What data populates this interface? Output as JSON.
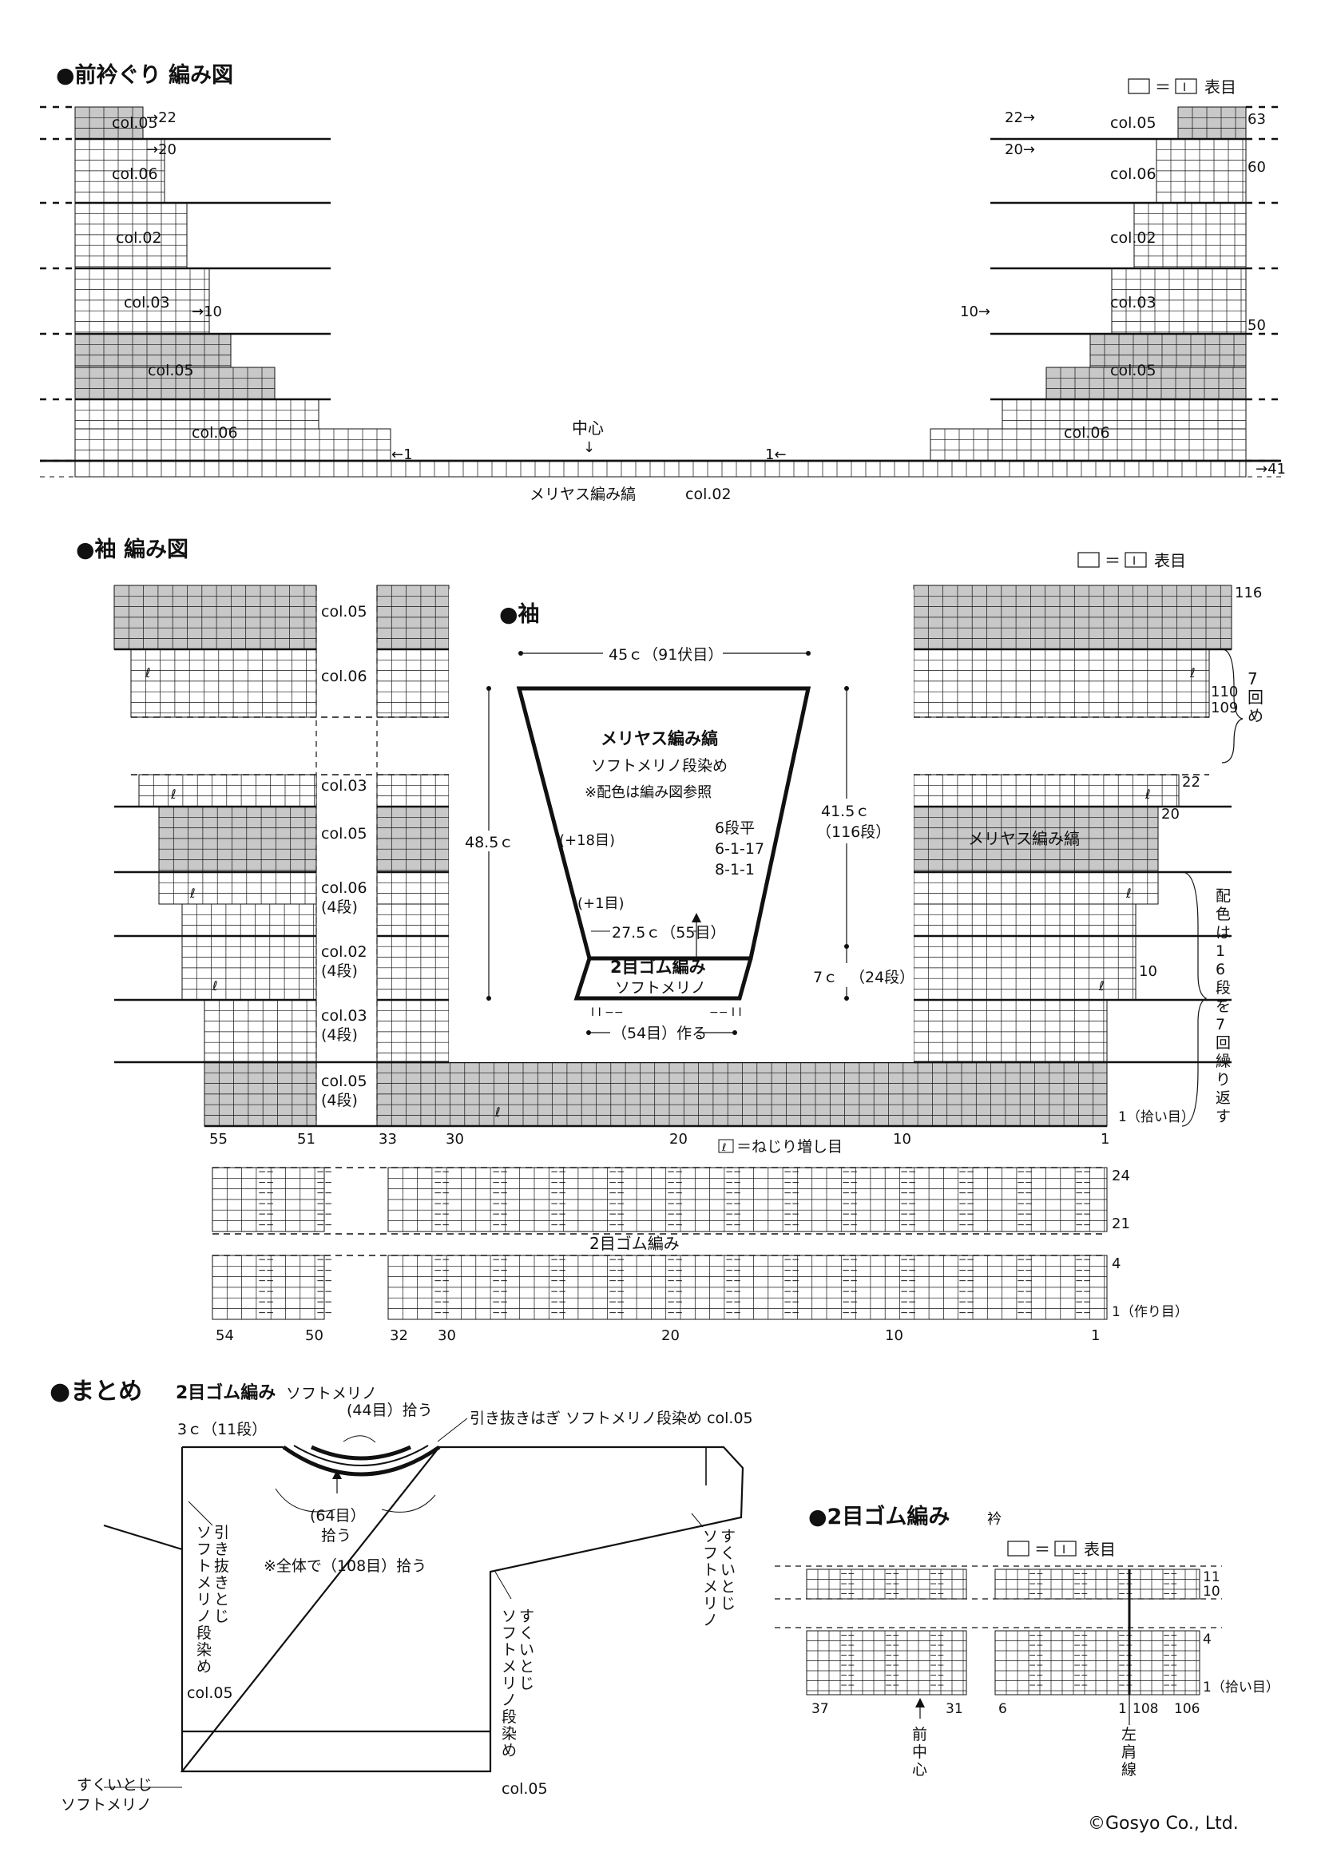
{
  "sections": {
    "collar_chart": "●前衿ぐり 編み図",
    "sleeve_chart": "●袖 編み図",
    "finishing": "●まとめ",
    "collar_rib": "●2目ゴム編み",
    "collar_rib_sub": "衿"
  },
  "legend": {
    "eq": "＝",
    "knit_symbol": "I",
    "label": "表目"
  },
  "collar": {
    "left_bands": [
      "col.05",
      "col.06",
      "col.02",
      "col.03",
      "col.05",
      "col.06"
    ],
    "right_bands": [
      "col.05",
      "col.06",
      "col.02",
      "col.03",
      "col.05",
      "col.06"
    ],
    "left_marks": [
      "→22",
      "→20",
      "→10",
      "←1"
    ],
    "right_marks": [
      "22→",
      "20→",
      "10→",
      "1←"
    ],
    "row_numbers": [
      "63",
      "60",
      "50",
      "41"
    ],
    "center": "中心",
    "center_arrow": "↓",
    "bottom_label": "メリヤス編み縞",
    "bottom_color": "col.02"
  },
  "sleeve": {
    "center_bands": [
      "col.05",
      "col.06",
      "col.03",
      "col.05",
      "col.06\n(4段)",
      "col.02\n(4段)",
      "col.03\n(4段)",
      "col.05\n(4段)"
    ],
    "row_numbers": [
      "116",
      "110",
      "109",
      "22",
      "20",
      "10",
      "1（拾い目）"
    ],
    "repeat_7": "7回め",
    "repeat_16": "配色は16段を7回繰り返す",
    "stripe_label": "メリヤス編み縞",
    "col_numbers_top": [
      "55",
      "51",
      "33",
      "30",
      "20",
      "10",
      "1"
    ],
    "twist_legend": "＝ねじり増し目",
    "rib_label": "2目ゴム編み",
    "rib_rows": [
      "24",
      "21",
      "4",
      "1（作り目）"
    ],
    "col_numbers_bottom": [
      "54",
      "50",
      "32",
      "30",
      "20",
      "10",
      "1"
    ]
  },
  "sleeve_inset": {
    "title": "●袖",
    "top_width": "45ｃ（91伏目）",
    "height_total": "48.5ｃ",
    "body_label": "メリヤス編み縞",
    "yarn": "ソフトメリノ段染め",
    "note": "※配色は編み図参照",
    "increase_18": "(+18目)",
    "rows_flat": "6段平",
    "rule1": "6-1-17",
    "rule2": "8-1-1",
    "height_body": "41.5ｃ",
    "rows_body": "（116段）",
    "increase_1": "(+1目)",
    "mid_width": "27.5ｃ（55目）",
    "rib_label": "2目ゴム編み",
    "rib_yarn": "ソフトメリノ",
    "rib_height": "7ｃ",
    "rib_rows": "（24段）",
    "cast_on": "（54目）作る"
  },
  "finishing": {
    "rib_title": "2目ゴム編み",
    "rib_yarn": "ソフトメリノ",
    "neck_height": "3ｃ（11段）",
    "pick_44": "(44目）拾う",
    "bind_off": "引き抜きはぎ ソフトメリノ段染め col.05",
    "pick_64a": "(64目）",
    "pick_64b": "拾う",
    "pick_total": "※全体で（108目）拾う",
    "side_left": [
      "引き抜きとじ",
      "ソフトメリノ段染め",
      "col.05"
    ],
    "sleeve_right": [
      "すくいとじ",
      "ソフトメリノ"
    ],
    "underarm": [
      "すくいとじ",
      "ソフトメリノ段染め",
      "col.05"
    ],
    "hem": [
      "すくいとじ",
      "ソフトメリノ"
    ]
  },
  "collar_rib": {
    "rows": [
      "11",
      "10",
      "4",
      "1（拾い目）"
    ],
    "cols": [
      "37",
      "31",
      "6",
      "1",
      "108",
      "106"
    ],
    "front_center": "前中心",
    "left_shoulder": "左肩線"
  },
  "copyright": "©Gosyo Co., Ltd.",
  "colors": {
    "shade": "#c8c8c8",
    "line": "#111111"
  }
}
